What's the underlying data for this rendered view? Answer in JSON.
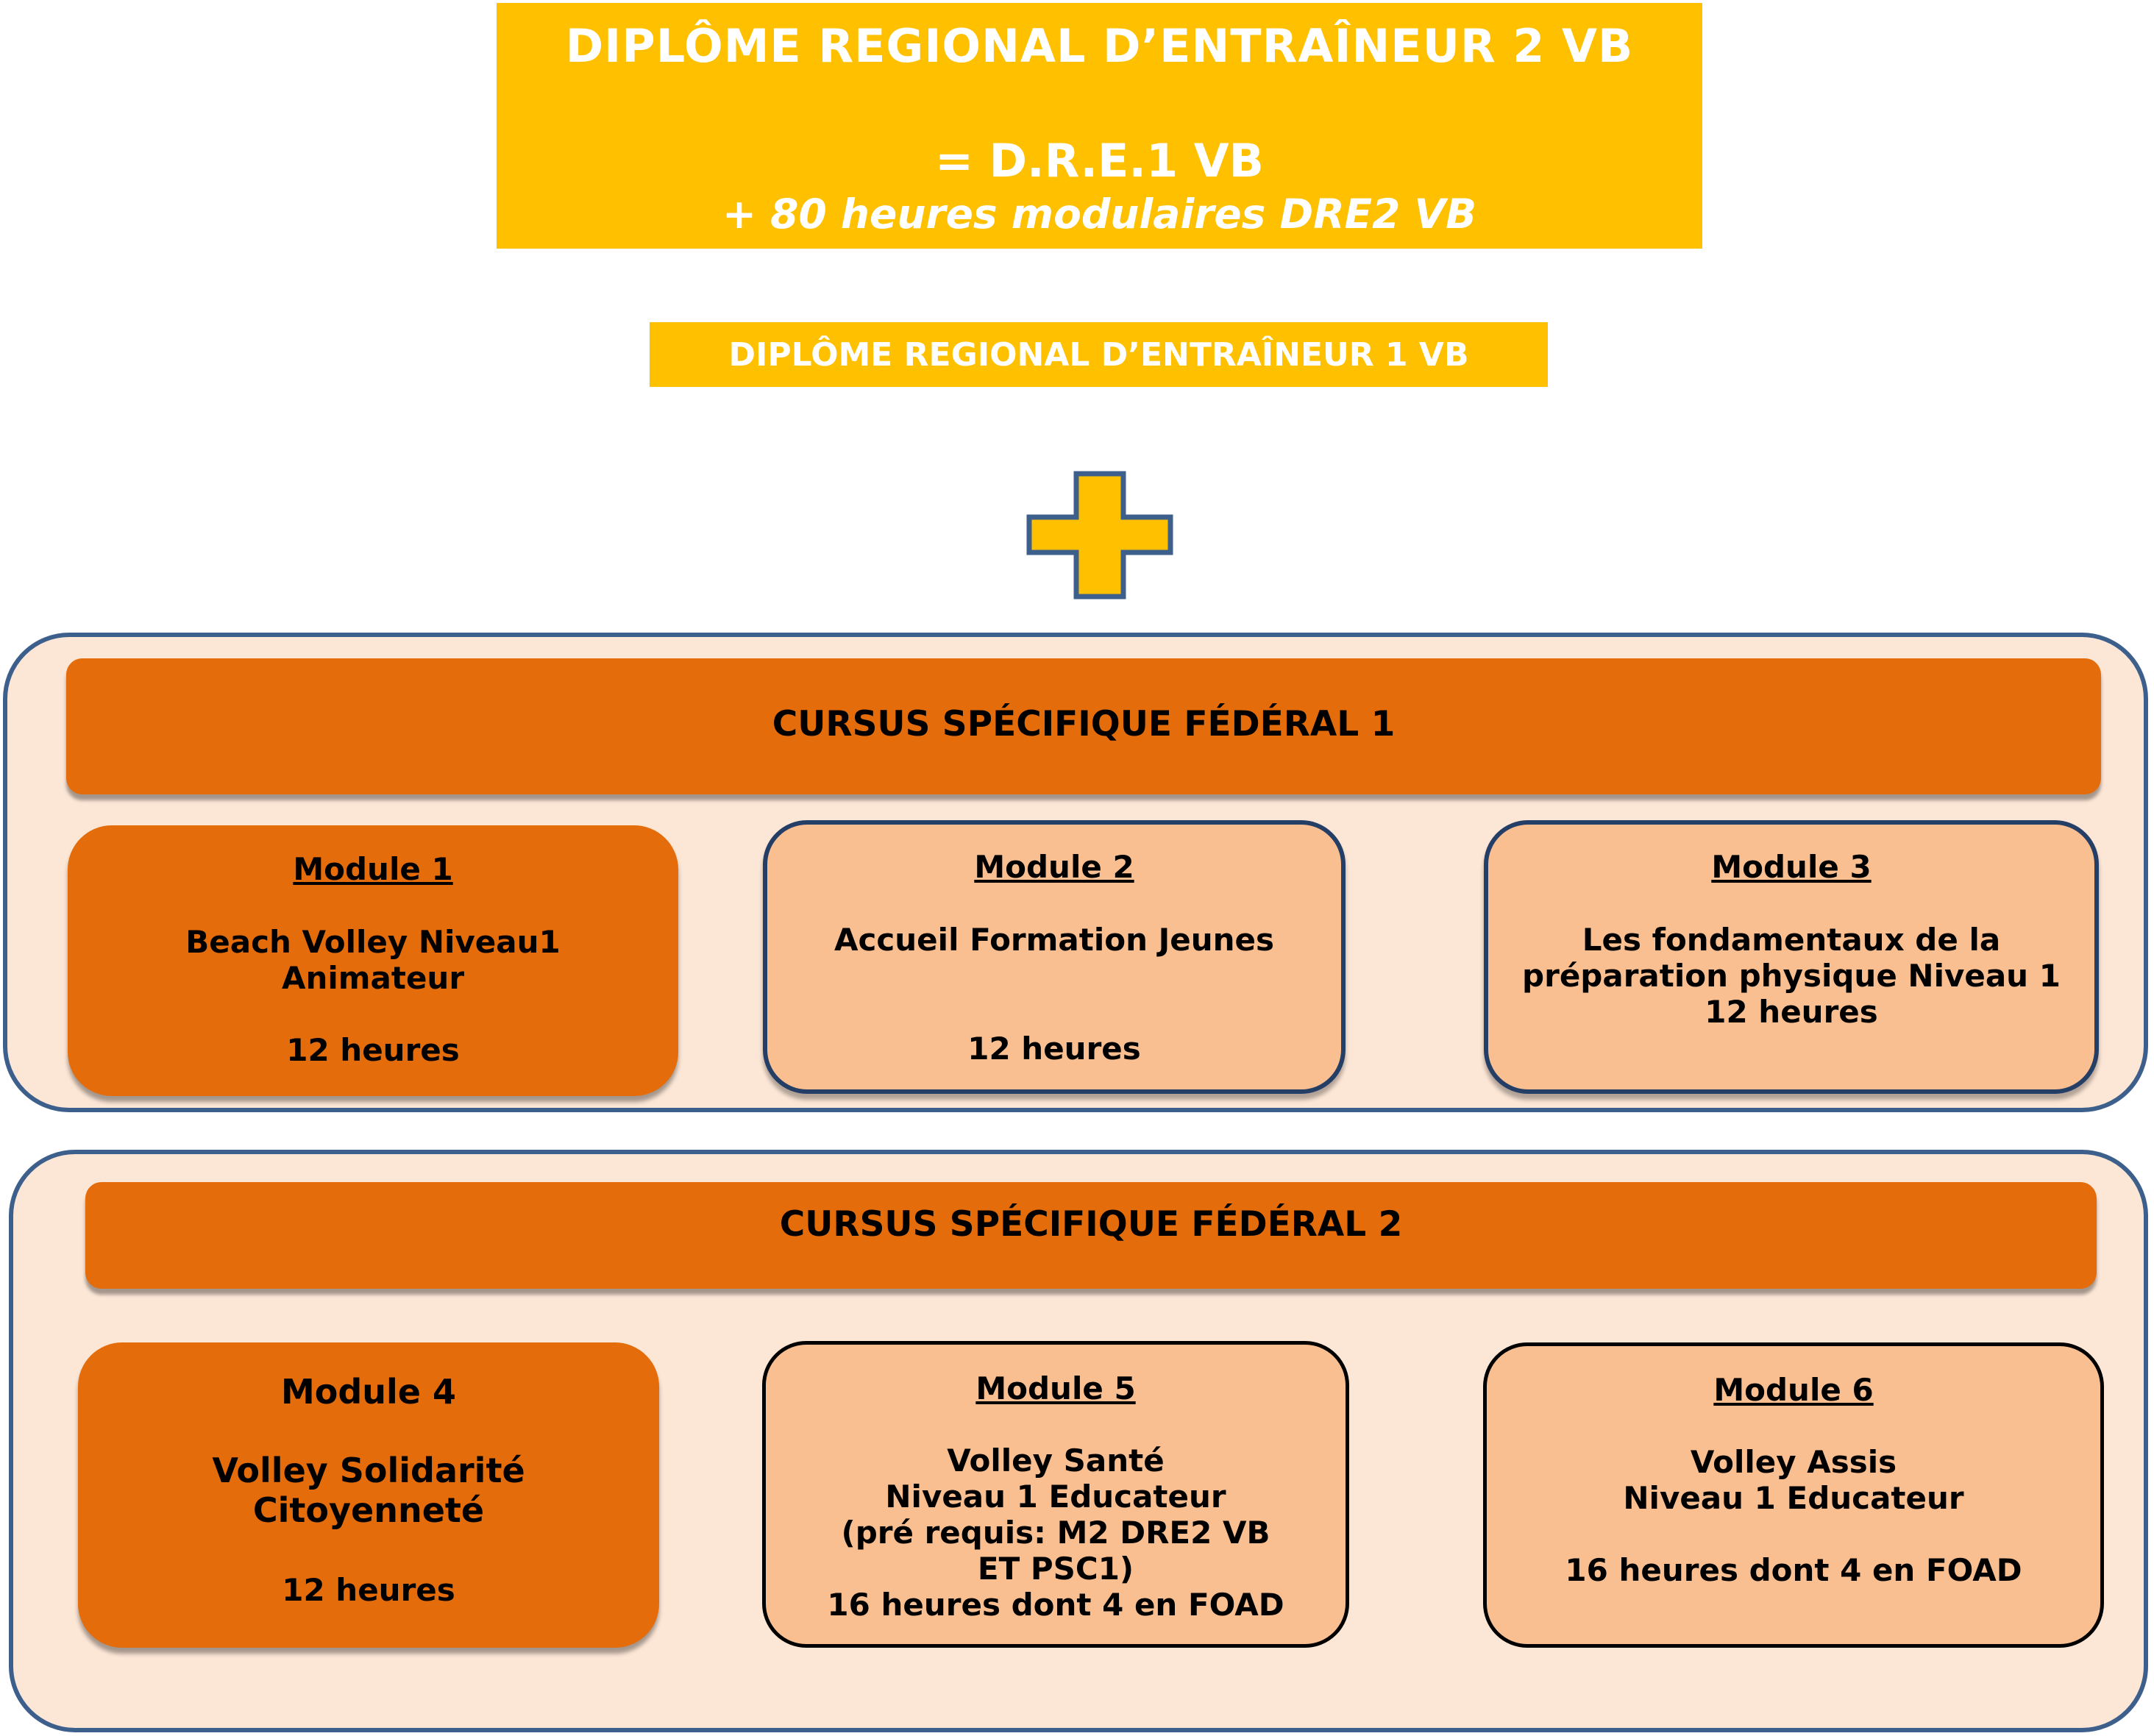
{
  "top": {
    "title": "DIPLÔME  REGIONAL D’ENTRAÎNEUR 2 VB",
    "equation": "= D.R.E.1 VB",
    "hours": "+ 80 heures modulaires DRE2 VB"
  },
  "sub": {
    "title": "DIPLÔME  REGIONAL D’ENTRAÎNEUR 1 VB"
  },
  "colors": {
    "gold": "#FFC000",
    "orange": "#E46C0A",
    "light_orange": "#F9BF91",
    "pale": "#FCE6D6",
    "border_blue": "#3D5F8C"
  },
  "cursus1": {
    "title": "CURSUS SPÉCIFIQUE FÉDÉRAL 1",
    "modules": [
      {
        "name": "Module  1",
        "line1": "Beach Volley Niveau1",
        "line2": "Animateur",
        "hours": "12 heures"
      },
      {
        "name": "Module  2",
        "line1": "Accueil Formation Jeunes",
        "hours": "12 heures"
      },
      {
        "name": "Module 3",
        "line1": "Les fondamentaux de la",
        "line2": "préparation physique Niveau 1",
        "hours": "12 heures"
      }
    ]
  },
  "cursus2": {
    "title": "CURSUS SPÉCIFIQUE FÉDÉRAL 2",
    "modules": [
      {
        "name": "Module 4",
        "line1": "Volley  Solidarité",
        "line2": "Citoyenneté",
        "hours": "12 heures"
      },
      {
        "name": "Module  5",
        "line1": "Volley Santé",
        "line2": "Niveau 1 Educateur",
        "line3": "(pré requis: M2 DRE2 VB",
        "line4": "ET PSC1)",
        "hours": "16 heures dont 4 en FOAD"
      },
      {
        "name": "Module 6",
        "line1": "Volley Assis",
        "line2": "Niveau 1 Educateur",
        "hours": "16 heures dont 4 en FOAD"
      }
    ]
  }
}
